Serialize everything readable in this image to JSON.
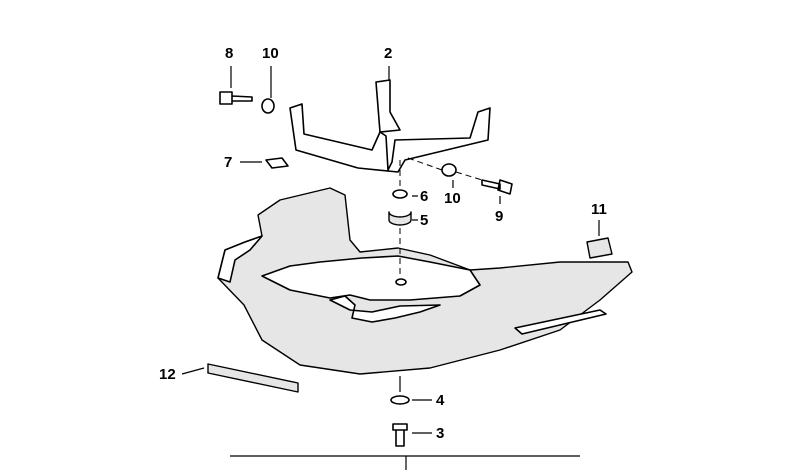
{
  "diagram": {
    "labels": {
      "screw_8": "8",
      "washer_10_top": "10",
      "bracket_2": "2",
      "clip_7": "7",
      "bushing_6": "6",
      "washer_10_right": "10",
      "bolt_9": "9",
      "rubber_mount_5": "5",
      "pad_11": "11",
      "strip_12": "12",
      "washer_4": "4",
      "bolt_3": "3"
    }
  }
}
